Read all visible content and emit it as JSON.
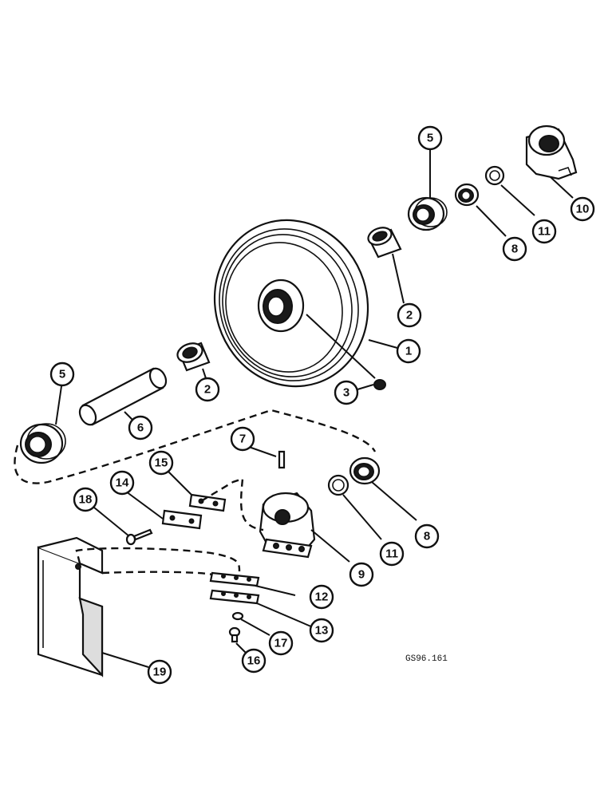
{
  "callouts": [
    {
      "id": "c1",
      "label": "1"
    },
    {
      "id": "c2a",
      "label": "2"
    },
    {
      "id": "c2b",
      "label": "2"
    },
    {
      "id": "c3",
      "label": "3"
    },
    {
      "id": "c5a",
      "label": "5"
    },
    {
      "id": "c5b",
      "label": "5"
    },
    {
      "id": "c6",
      "label": "6"
    },
    {
      "id": "c7",
      "label": "7"
    },
    {
      "id": "c8a",
      "label": "8"
    },
    {
      "id": "c8b",
      "label": "8"
    },
    {
      "id": "c9",
      "label": "9"
    },
    {
      "id": "c10",
      "label": "10"
    },
    {
      "id": "c11a",
      "label": "11"
    },
    {
      "id": "c11b",
      "label": "11"
    },
    {
      "id": "c12",
      "label": "12"
    },
    {
      "id": "c13",
      "label": "13"
    },
    {
      "id": "c14",
      "label": "14"
    },
    {
      "id": "c15",
      "label": "15"
    },
    {
      "id": "c16",
      "label": "16"
    },
    {
      "id": "c17",
      "label": "17"
    },
    {
      "id": "c18",
      "label": "18"
    },
    {
      "id": "c19",
      "label": "19"
    }
  ],
  "figure_code": "GS96.161"
}
